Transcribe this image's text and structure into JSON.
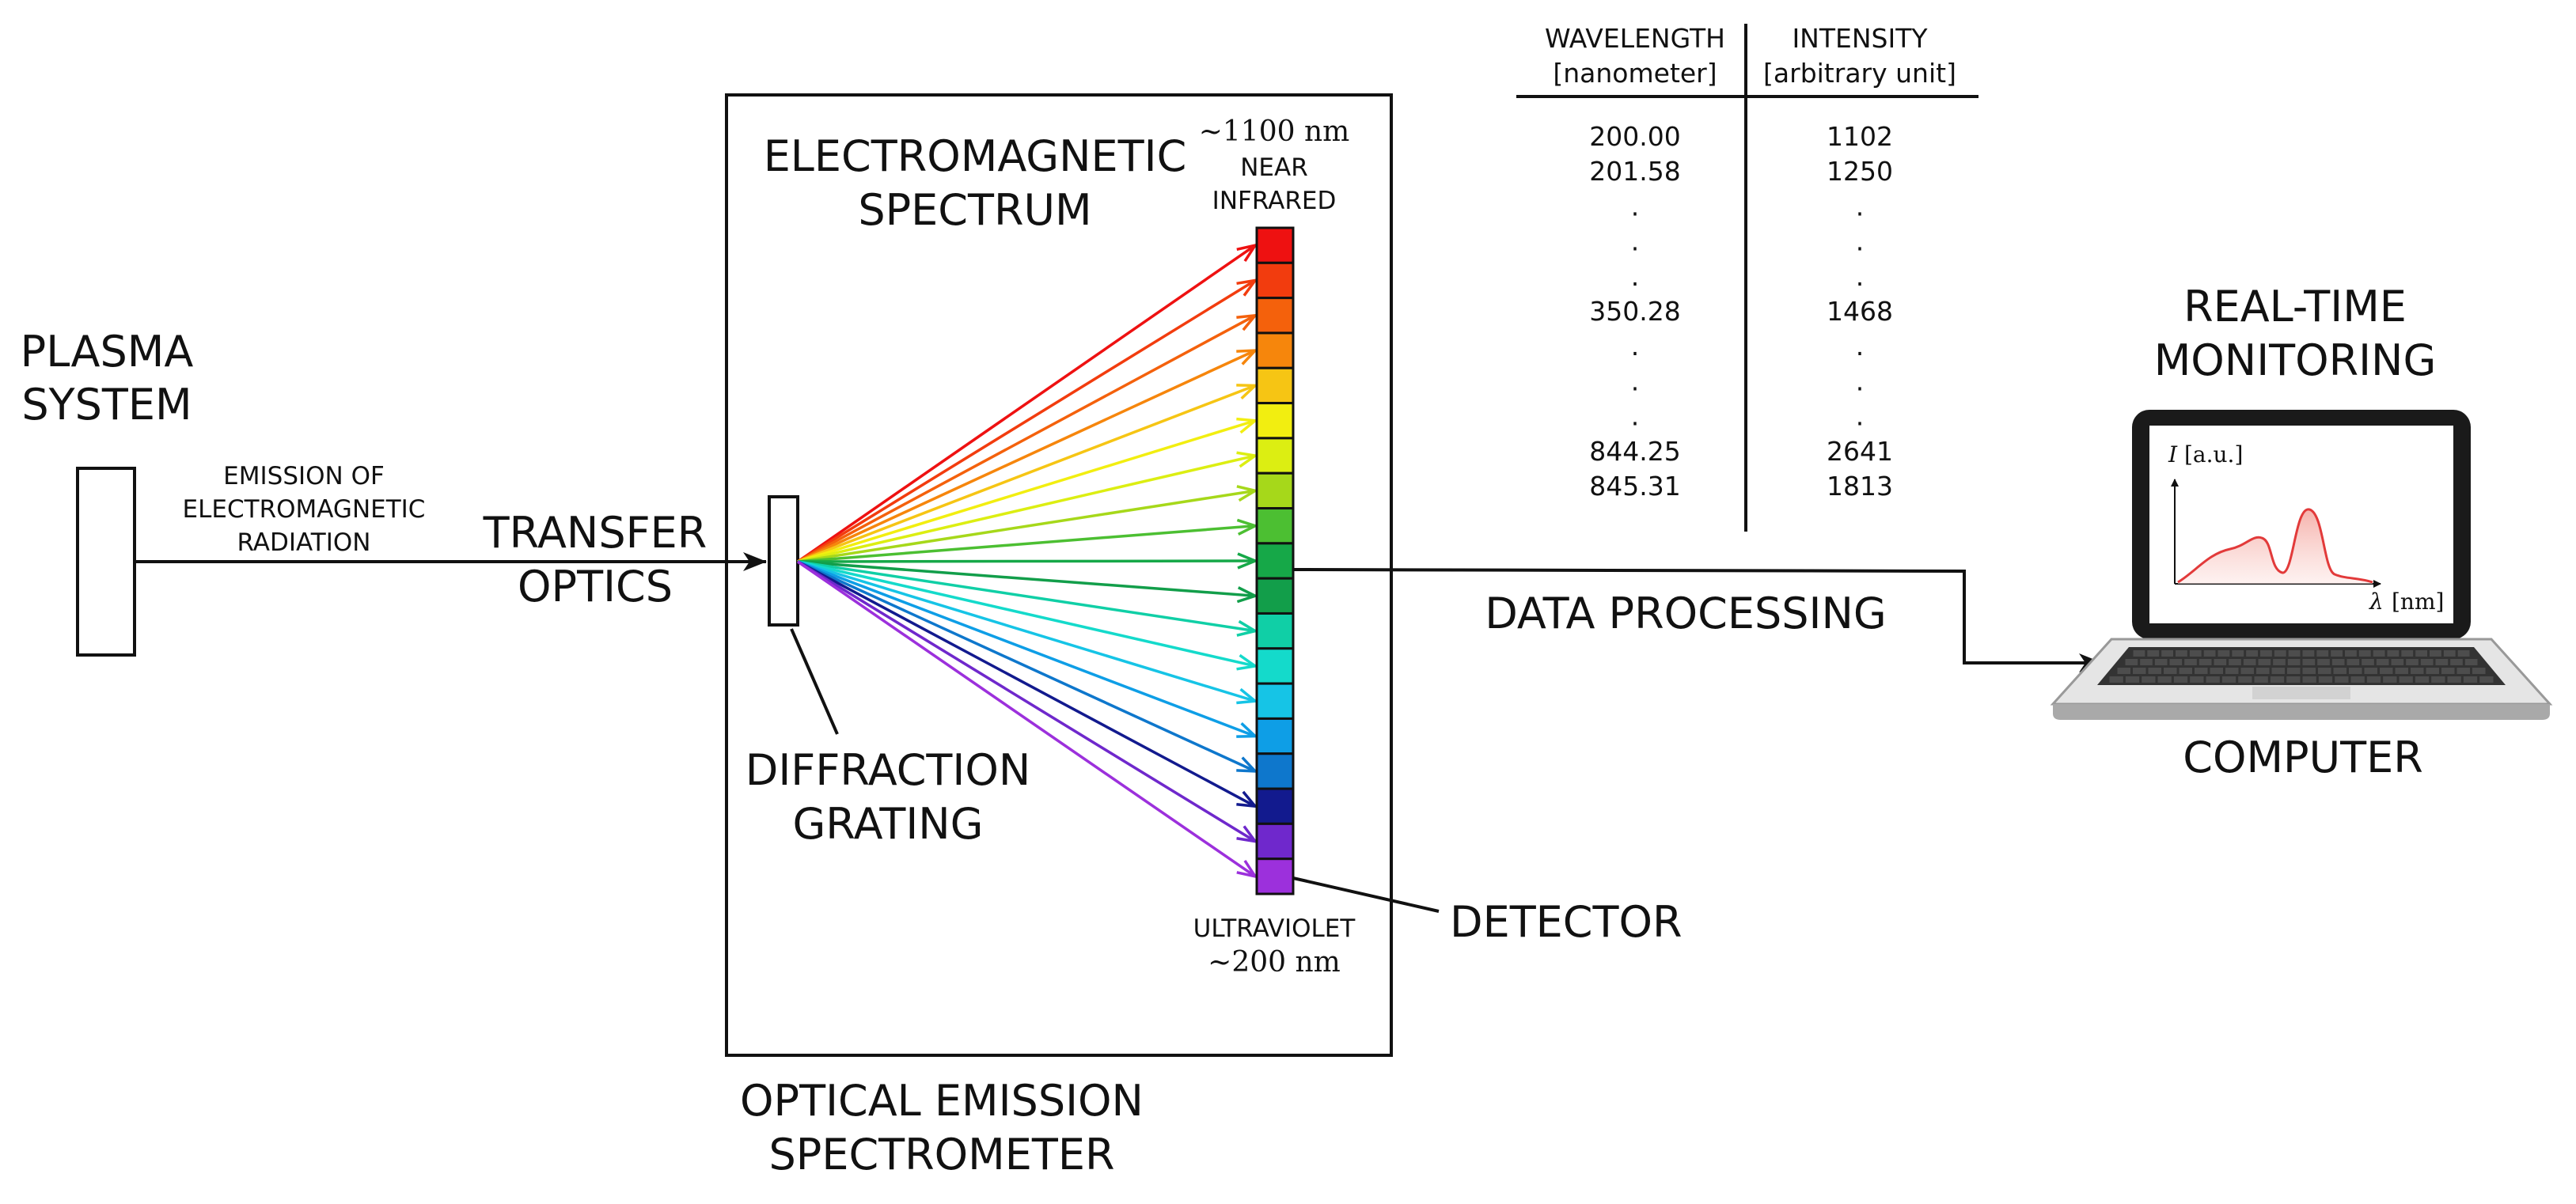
{
  "plasma": {
    "line1": "PLASMA",
    "line2": "SYSTEM"
  },
  "emission": {
    "line1": "EMISSION OF",
    "line2": "ELECTROMAGNETIC",
    "line3": "RADIATION"
  },
  "transfer": {
    "line1": "TRANSFER",
    "line2": "OPTICS"
  },
  "em_spectrum": {
    "line1": "ELECTROMAGNETIC",
    "line2": "SPECTRUM"
  },
  "near_ir": {
    "wavelength": "~1100 nm",
    "line1": "NEAR",
    "line2": "INFRARED"
  },
  "uv": {
    "label": "ULTRAVIOLET",
    "wavelength": "~200 nm"
  },
  "grating": {
    "line1": "DIFFRACTION",
    "line2": "GRATING"
  },
  "detector": {
    "label": "DETECTOR"
  },
  "spectrometer": {
    "line1": "OPTICAL EMISSION",
    "line2": "SPECTROMETER"
  },
  "data_processing": {
    "label": "DATA PROCESSING"
  },
  "monitoring": {
    "line1": "REAL-TIME",
    "line2": "MONITORING"
  },
  "computer": {
    "label": "COMPUTER",
    "plot": {
      "ylabel_sym": "I",
      "ylabel_unit": "[a.u.]",
      "xlabel_sym": "λ",
      "xlabel_unit": "[nm]"
    }
  },
  "table": {
    "headers": [
      {
        "line1": "WAVELENGTH",
        "line2": "[nanometer]"
      },
      {
        "line1": "INTENSITY",
        "line2": "[arbitrary unit]"
      }
    ],
    "rows": [
      [
        "200.00",
        "1102"
      ],
      [
        "201.58",
        "1250"
      ],
      [
        ".",
        "."
      ],
      [
        ".",
        "."
      ],
      [
        ".",
        "."
      ],
      [
        "350.28",
        "1468"
      ],
      [
        ".",
        "."
      ],
      [
        ".",
        "."
      ],
      [
        ".",
        "."
      ],
      [
        "844.25",
        "2641"
      ],
      [
        "845.31",
        "1813"
      ]
    ]
  },
  "colors": {
    "spectrum": [
      "#ee1111",
      "#f23c0e",
      "#f4610c",
      "#f6860c",
      "#f6c514",
      "#f2ee10",
      "#dcee12",
      "#a6d81a",
      "#4cbf32",
      "#16a848",
      "#129e4a",
      "#10cfa6",
      "#14dacb",
      "#16c4e6",
      "#0e9ee6",
      "#0e77cc",
      "#121a8e",
      "#6f28cc",
      "#9c30dc"
    ],
    "curve": "#e23a3a",
    "curve_fill": "#f7b8b2",
    "ink": "#111111"
  }
}
